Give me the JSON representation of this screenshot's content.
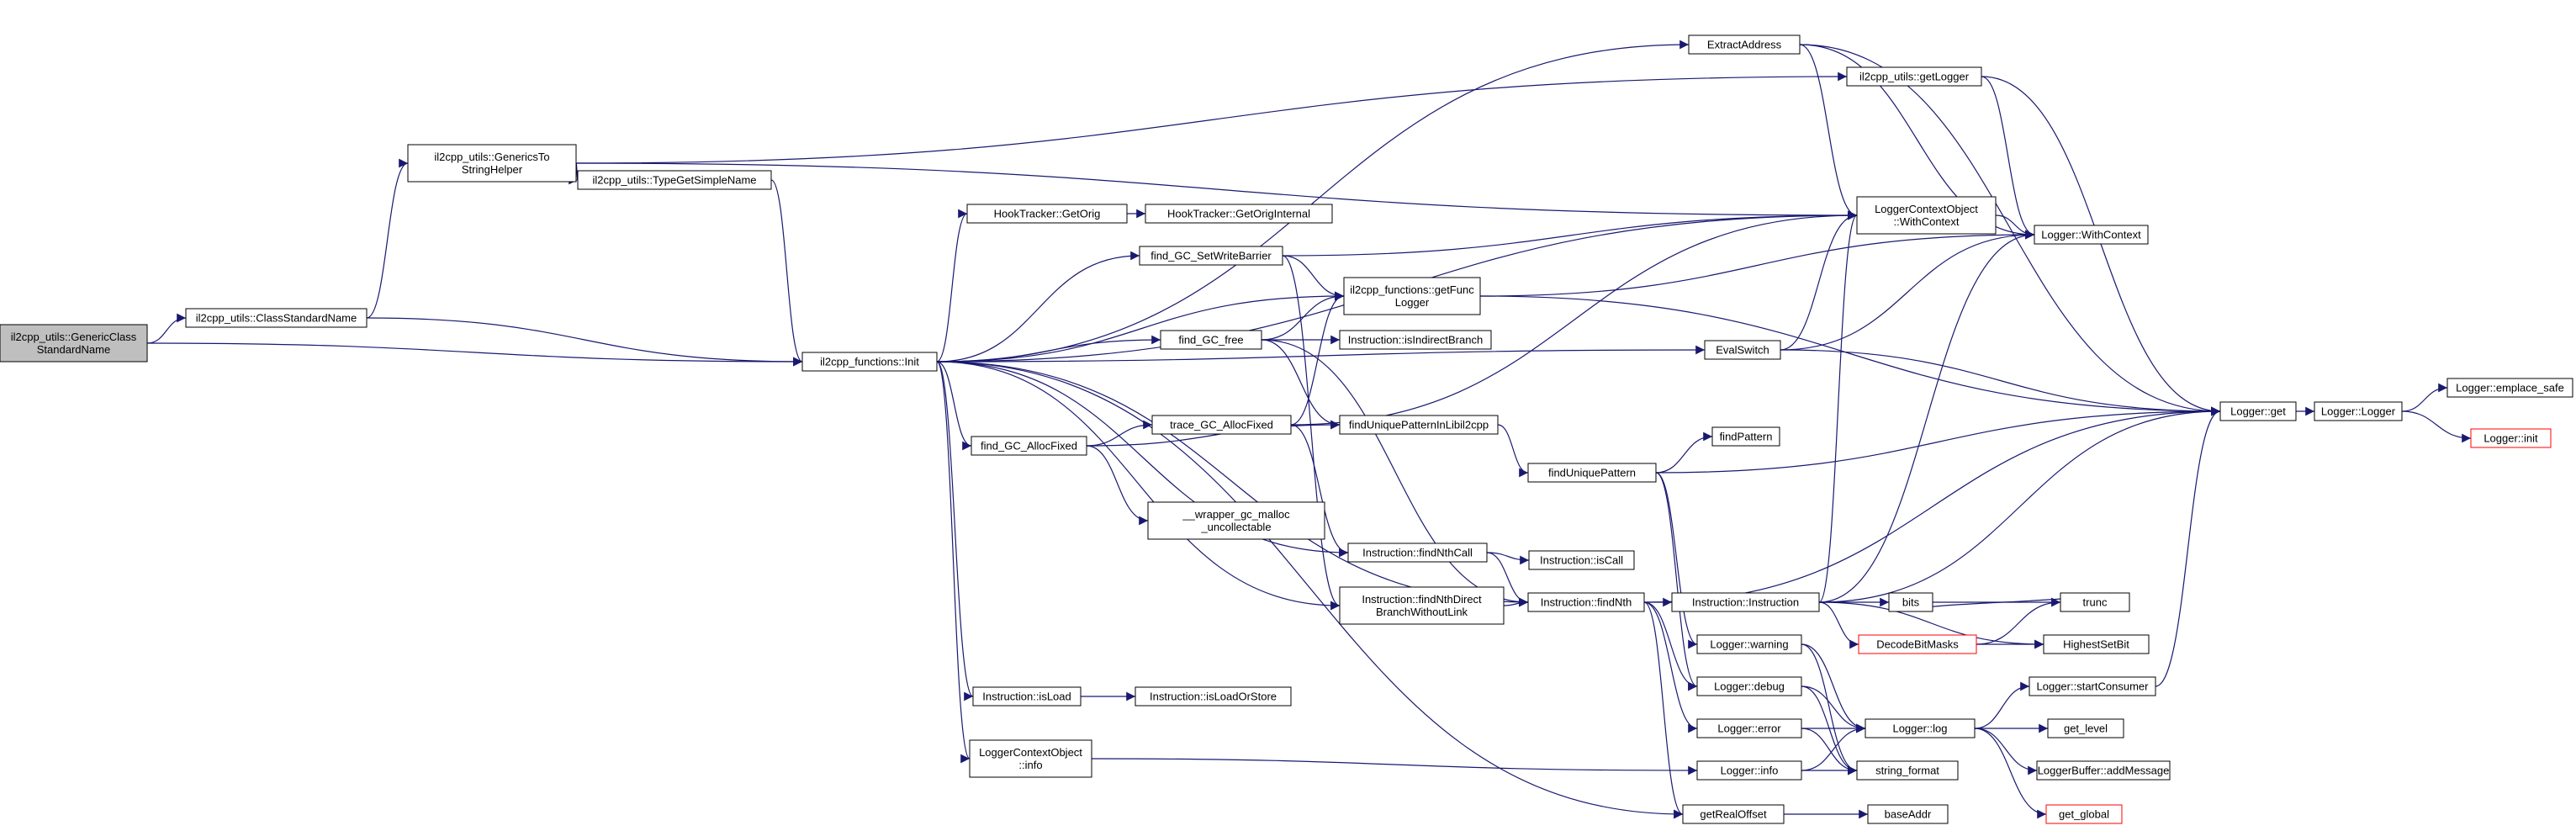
{
  "diagram": {
    "type": "call-graph",
    "edge_color": "#191970",
    "root_fill": "#bfbfbf",
    "truncated_border": "#ff0000",
    "nodes": {
      "gcsn": {
        "lines": [
          "il2cpp_utils::GenericClass",
          "StandardName"
        ],
        "root": true
      },
      "csn": {
        "lines": [
          "il2cpp_utils::ClassStandardName"
        ]
      },
      "gtsh": {
        "lines": [
          "il2cpp_utils::GenericsTo",
          "StringHelper"
        ]
      },
      "tgsn": {
        "lines": [
          "il2cpp_utils::TypeGetSimpleName"
        ]
      },
      "init": {
        "lines": [
          "il2cpp_functions::Init"
        ]
      },
      "htgo": {
        "lines": [
          "HookTracker::GetOrig"
        ]
      },
      "htgoi": {
        "lines": [
          "HookTracker::GetOrigInternal"
        ]
      },
      "fgswb": {
        "lines": [
          "find_GC_SetWriteBarrier"
        ]
      },
      "fgf": {
        "lines": [
          "find_GC_free"
        ]
      },
      "fgaf": {
        "lines": [
          "find_GC_AllocFixed"
        ]
      },
      "wgm": {
        "lines": [
          "__wrapper_gc_malloc",
          "_uncollectable"
        ]
      },
      "tgaf": {
        "lines": [
          "trace_GC_AllocFixed"
        ]
      },
      "ifgfl": {
        "lines": [
          "il2cpp_functions::getFunc",
          "Logger"
        ]
      },
      "iiib": {
        "lines": [
          "Instruction::isIndirectBranch"
        ]
      },
      "fupil": {
        "lines": [
          "findUniquePatternInLibil2cpp"
        ]
      },
      "ifnc": {
        "lines": [
          "Instruction::findNthCall"
        ]
      },
      "ifndb": {
        "lines": [
          "Instruction::findNthDirect",
          "BranchWithoutLink"
        ]
      },
      "iil": {
        "lines": [
          "Instruction::isLoad"
        ]
      },
      "iils": {
        "lines": [
          "Instruction::isLoadOrStore"
        ]
      },
      "lcoi": {
        "lines": [
          "LoggerContextObject",
          "::info"
        ]
      },
      "ea": {
        "lines": [
          "ExtractAddress"
        ]
      },
      "iugl": {
        "lines": [
          "il2cpp_utils::getLogger"
        ]
      },
      "lcowc": {
        "lines": [
          "LoggerContextObject",
          "::WithContext"
        ]
      },
      "lwc": {
        "lines": [
          "Logger::WithContext"
        ]
      },
      "es": {
        "lines": [
          "EvalSwitch"
        ]
      },
      "fp": {
        "lines": [
          "findPattern"
        ]
      },
      "fup": {
        "lines": [
          "findUniquePattern"
        ]
      },
      "iic": {
        "lines": [
          "Instruction::isCall"
        ]
      },
      "ifn": {
        "lines": [
          "Instruction::findNth"
        ]
      },
      "ii": {
        "lines": [
          "Instruction::Instruction"
        ]
      },
      "lw": {
        "lines": [
          "Logger::warning"
        ]
      },
      "ld": {
        "lines": [
          "Logger::debug"
        ]
      },
      "le": {
        "lines": [
          "Logger::error"
        ]
      },
      "li": {
        "lines": [
          "Logger::info"
        ]
      },
      "gro": {
        "lines": [
          "getRealOffset"
        ]
      },
      "ba": {
        "lines": [
          "baseAddr"
        ]
      },
      "lg": {
        "lines": [
          "Logger::get"
        ]
      },
      "ll": {
        "lines": [
          "Logger::Logger"
        ]
      },
      "les": {
        "lines": [
          "Logger::emplace_safe"
        ]
      },
      "linit": {
        "lines": [
          "Logger::init"
        ],
        "truncated": true
      },
      "bits": {
        "lines": [
          "bits"
        ]
      },
      "trunc": {
        "lines": [
          "trunc"
        ]
      },
      "dbm": {
        "lines": [
          "DecodeBitMasks"
        ],
        "truncated": true
      },
      "hsb": {
        "lines": [
          "HighestSetBit"
        ]
      },
      "lsc": {
        "lines": [
          "Logger::startConsumer"
        ]
      },
      "llog": {
        "lines": [
          "Logger::log"
        ]
      },
      "gl": {
        "lines": [
          "get_level"
        ]
      },
      "lbam": {
        "lines": [
          "LoggerBuffer::addMessage"
        ]
      },
      "gg": {
        "lines": [
          "get_global"
        ],
        "truncated": true
      },
      "sf": {
        "lines": [
          "string_format"
        ]
      }
    },
    "edges": [
      [
        "gcsn",
        "csn"
      ],
      [
        "gcsn",
        "init"
      ],
      [
        "csn",
        "gtsh"
      ],
      [
        "csn",
        "init"
      ],
      [
        "gtsh",
        "tgsn"
      ],
      [
        "gtsh",
        "iugl"
      ],
      [
        "gtsh",
        "lcowc"
      ],
      [
        "tgsn",
        "init"
      ],
      [
        "init",
        "htgo"
      ],
      [
        "init",
        "fgswb"
      ],
      [
        "init",
        "ifgfl"
      ],
      [
        "init",
        "fgf"
      ],
      [
        "init",
        "es"
      ],
      [
        "init",
        "fgaf"
      ],
      [
        "init",
        "ifnc"
      ],
      [
        "init",
        "ifndb"
      ],
      [
        "init",
        "ifn"
      ],
      [
        "init",
        "iil"
      ],
      [
        "init",
        "lcoi"
      ],
      [
        "init",
        "gro"
      ],
      [
        "init",
        "ea"
      ],
      [
        "init",
        "lcowc"
      ],
      [
        "htgo",
        "htgoi"
      ],
      [
        "fgswb",
        "ifgfl"
      ],
      [
        "fgswb",
        "lcowc"
      ],
      [
        "fgswb",
        "ifndb"
      ],
      [
        "fgf",
        "ifgfl"
      ],
      [
        "fgf",
        "iiib"
      ],
      [
        "fgf",
        "fupil"
      ],
      [
        "fgf",
        "ifn"
      ],
      [
        "fgaf",
        "tgaf"
      ],
      [
        "fgaf",
        "fupil"
      ],
      [
        "fgaf",
        "wgm"
      ],
      [
        "tgaf",
        "ifgfl"
      ],
      [
        "tgaf",
        "lcowc"
      ],
      [
        "tgaf",
        "ifnc"
      ],
      [
        "ifgfl",
        "lwc"
      ],
      [
        "ifgfl",
        "lg"
      ],
      [
        "fupil",
        "fup"
      ],
      [
        "ifnc",
        "iic"
      ],
      [
        "ifnc",
        "ifn"
      ],
      [
        "ifndb",
        "ifn"
      ],
      [
        "iil",
        "iils"
      ],
      [
        "lcoi",
        "li"
      ],
      [
        "ea",
        "lcowc"
      ],
      [
        "ea",
        "lwc"
      ],
      [
        "ea",
        "lg"
      ],
      [
        "iugl",
        "lwc"
      ],
      [
        "iugl",
        "lg"
      ],
      [
        "lcowc",
        "lwc"
      ],
      [
        "es",
        "lcowc"
      ],
      [
        "es",
        "lwc"
      ],
      [
        "es",
        "lg"
      ],
      [
        "fup",
        "fp"
      ],
      [
        "fup",
        "lg"
      ],
      [
        "fup",
        "lw"
      ],
      [
        "fup",
        "ld"
      ],
      [
        "ifn",
        "ii"
      ],
      [
        "ifn",
        "lg"
      ],
      [
        "ifn",
        "ld"
      ],
      [
        "ifn",
        "le"
      ],
      [
        "ifn",
        "gro"
      ],
      [
        "ii",
        "bits"
      ],
      [
        "ii",
        "dbm"
      ],
      [
        "ii",
        "hsb"
      ],
      [
        "ii",
        "lcowc"
      ],
      [
        "ii",
        "lwc"
      ],
      [
        "ii",
        "lg"
      ],
      [
        "bits",
        "trunc"
      ],
      [
        "trunc",
        "bits"
      ],
      [
        "dbm",
        "hsb"
      ],
      [
        "dbm",
        "trunc"
      ],
      [
        "lw",
        "llog"
      ],
      [
        "lw",
        "sf"
      ],
      [
        "ld",
        "llog"
      ],
      [
        "ld",
        "sf"
      ],
      [
        "le",
        "llog"
      ],
      [
        "le",
        "sf"
      ],
      [
        "li",
        "llog"
      ],
      [
        "li",
        "sf"
      ],
      [
        "llog",
        "lsc"
      ],
      [
        "llog",
        "gl"
      ],
      [
        "llog",
        "lbam"
      ],
      [
        "llog",
        "gg"
      ],
      [
        "lsc",
        "lg"
      ],
      [
        "gro",
        "ba"
      ],
      [
        "lg",
        "ll"
      ],
      [
        "ll",
        "les"
      ],
      [
        "ll",
        "linit"
      ]
    ]
  }
}
